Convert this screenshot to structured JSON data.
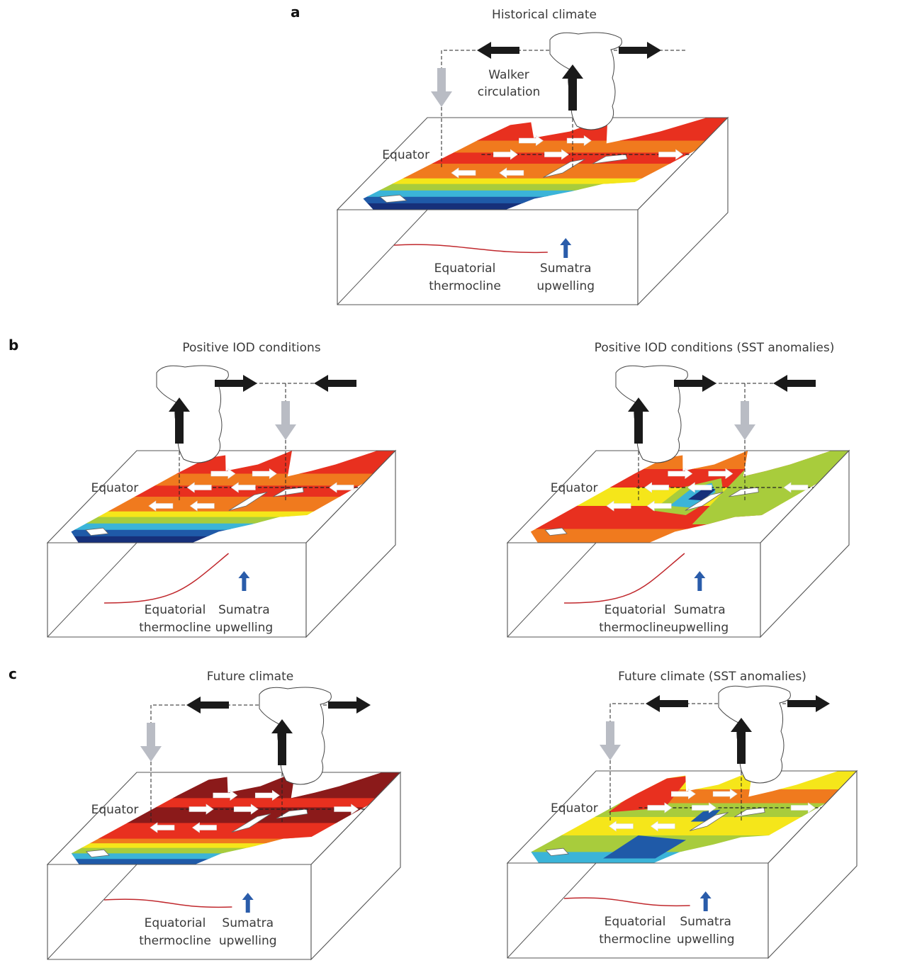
{
  "figure": {
    "panel_letters": [
      "a",
      "b",
      "c"
    ],
    "panels": [
      {
        "id": "a",
        "title": "Historical climate",
        "walker_label": [
          "Walker",
          "circulation"
        ],
        "equator_label": "Equator",
        "thermocline_label": [
          "Equatorial",
          "thermocline"
        ],
        "upwelling_label": [
          "Sumatra",
          "upwelling"
        ],
        "sst_style": "historical",
        "convection_side": "east",
        "thermocline_shape": "flat",
        "upper_arrows": [
          "west",
          "east"
        ]
      },
      {
        "id": "b-left",
        "title": "Positive IOD conditions",
        "equator_label": "Equator",
        "thermocline_label": [
          "Equatorial",
          "thermocline"
        ],
        "upwelling_label": [
          "Sumatra",
          "upwelling"
        ],
        "sst_style": "historical",
        "convection_side": "west",
        "thermocline_shape": "shoaling",
        "upper_arrows": [
          "east",
          "west"
        ]
      },
      {
        "id": "b-right",
        "title": "Positive IOD conditions (SST anomalies)",
        "equator_label": "Equator",
        "thermocline_label": [
          "Equatorial",
          "thermocline"
        ],
        "upwelling_label": [
          "Sumatra",
          "upwelling"
        ],
        "sst_style": "iod-anomaly",
        "convection_side": "west",
        "thermocline_shape": "shoaling",
        "upper_arrows": [
          "east",
          "west"
        ]
      },
      {
        "id": "c-left",
        "title": "Future climate",
        "equator_label": "Equator",
        "thermocline_label": [
          "Equatorial",
          "thermocline"
        ],
        "upwelling_label": [
          "Sumatra",
          "upwelling"
        ],
        "sst_style": "future",
        "convection_side": "east",
        "thermocline_shape": "flat",
        "upper_arrows": [
          "west",
          "east"
        ]
      },
      {
        "id": "c-right",
        "title": "Future climate (SST anomalies)",
        "equator_label": "Equator",
        "thermocline_label": [
          "Equatorial",
          "thermocline"
        ],
        "upwelling_label": [
          "Sumatra",
          "upwelling"
        ],
        "sst_style": "future-anomaly",
        "convection_side": "east",
        "thermocline_shape": "flat",
        "upper_arrows": [
          "west",
          "east"
        ]
      }
    ],
    "colors": {
      "thermocline": "#c0282d",
      "upwelling_arrow": "#2a5caa",
      "walker_arrow": "#1a1a1a",
      "subsidence_arrow": "#b9bcc4",
      "box_line": "#555555",
      "current_arrow": "#ffffff",
      "sst_warm_dark": "#8b1a1a",
      "sst_warm": "#e8301f",
      "sst_orange": "#f07a1e",
      "sst_yellow": "#f5e61a",
      "sst_green": "#a8cc3c",
      "sst_cyan": "#3bb4d8",
      "sst_blue": "#1f5aa8",
      "sst_navy": "#16307a"
    }
  }
}
